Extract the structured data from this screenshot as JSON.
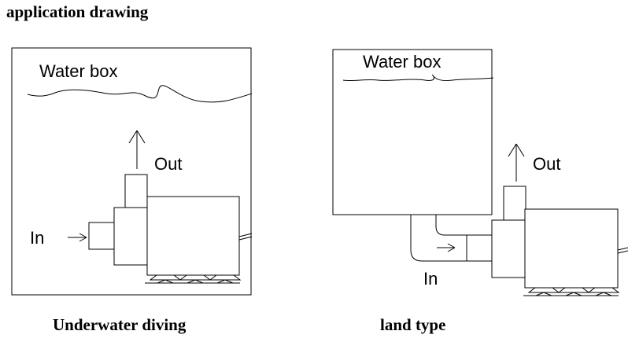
{
  "title": "application drawing",
  "left_panel": {
    "water_label": "Water box",
    "out_label": "Out",
    "in_label": "In",
    "caption": "Underwater diving"
  },
  "right_panel": {
    "water_label": "Water box",
    "out_label": "Out",
    "in_label": "In",
    "caption": "land type"
  }
}
